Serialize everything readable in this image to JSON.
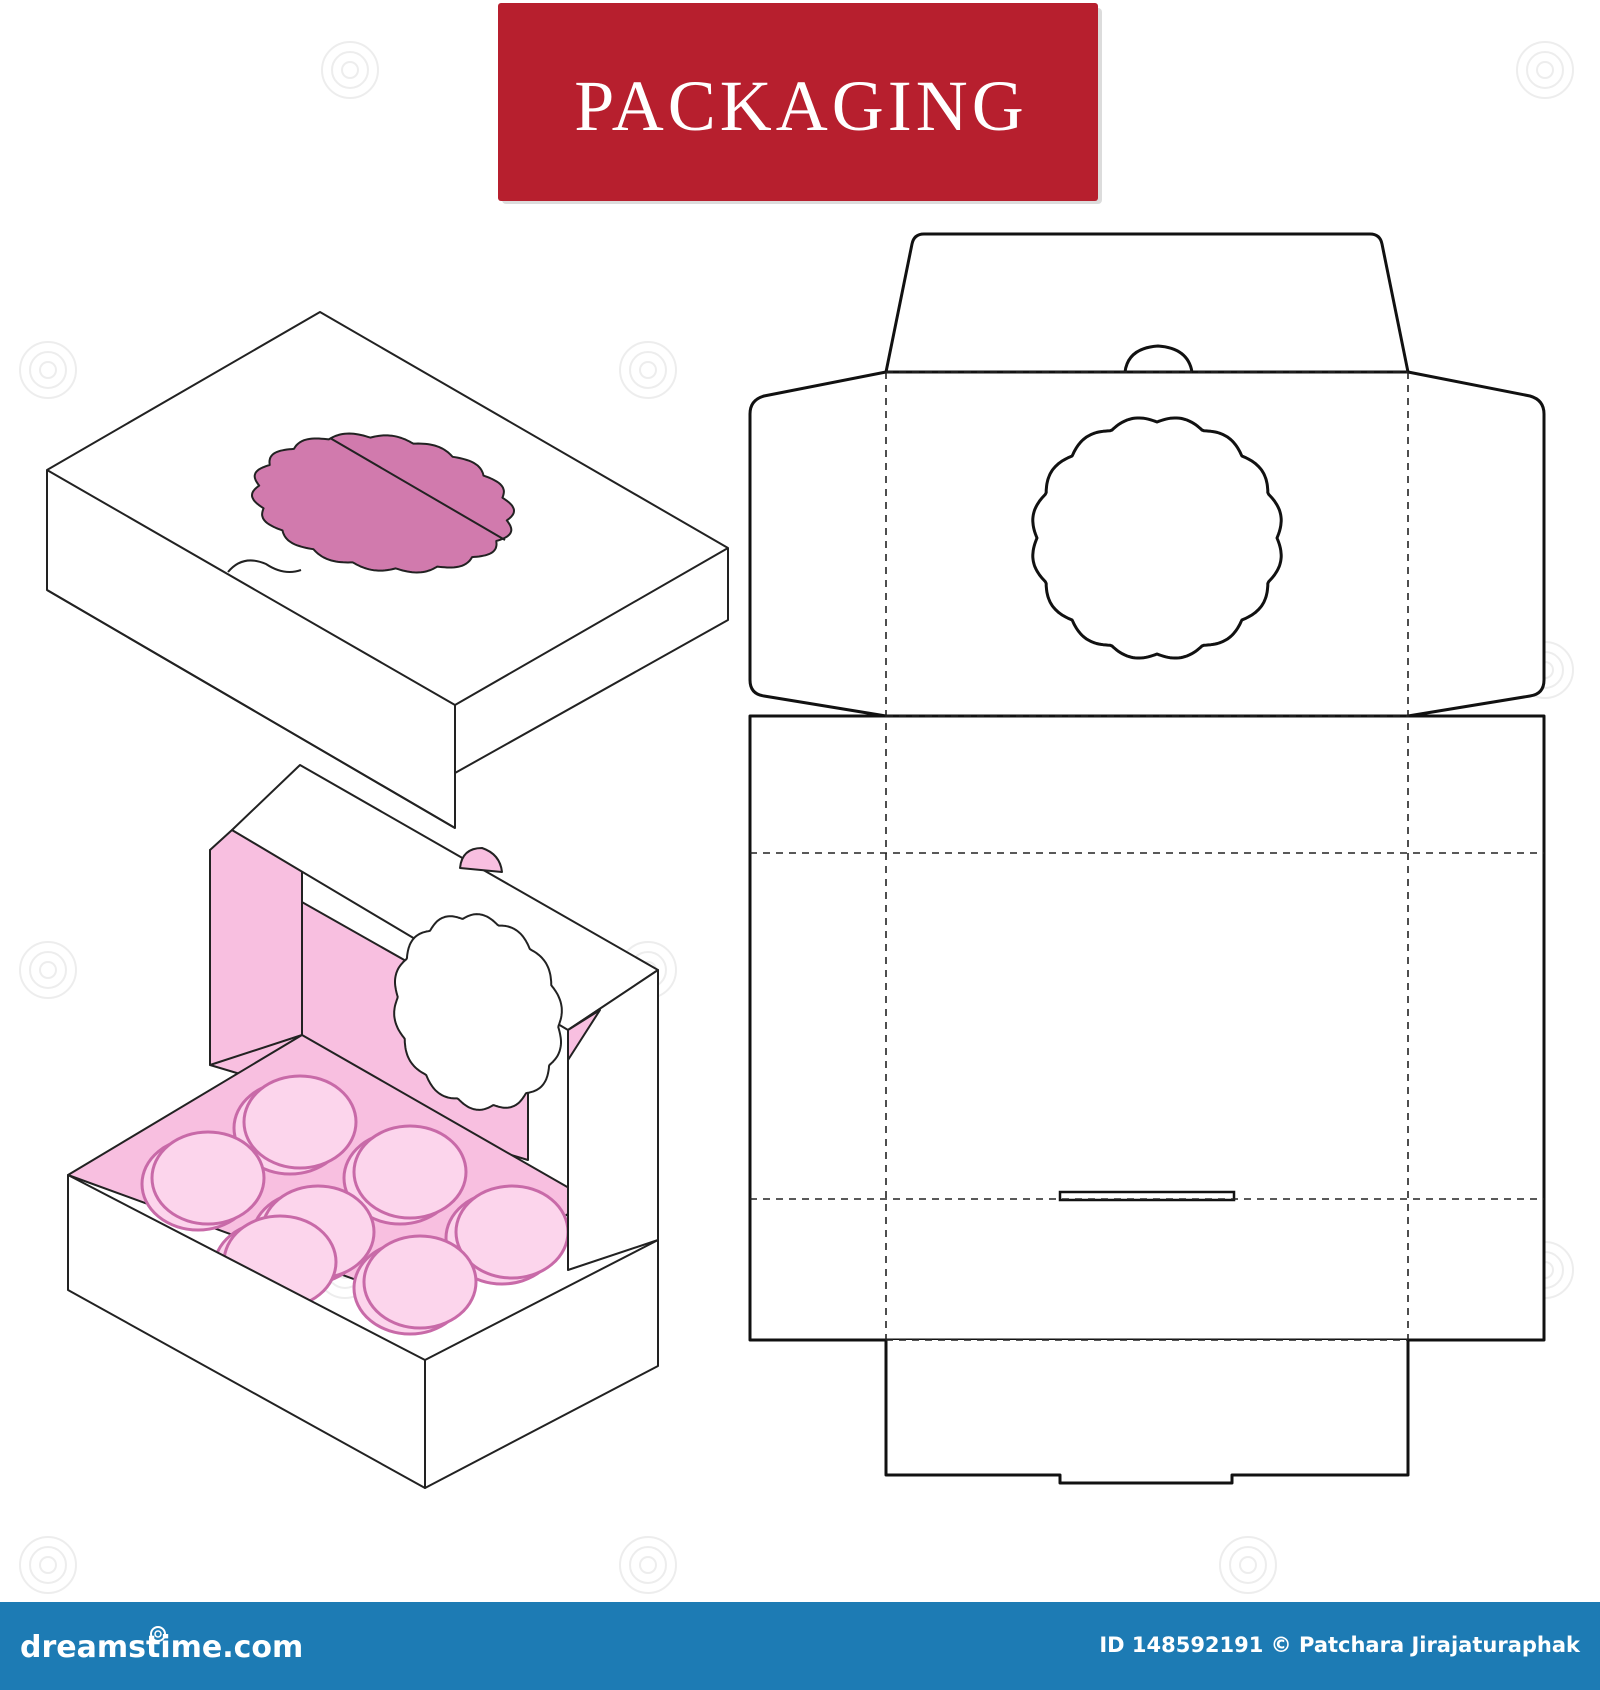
{
  "banner": {
    "title": "PACKAGING",
    "color": "#b71f2e"
  },
  "footer": {
    "brand": "dreamstime.com",
    "credit": "ID 148592191 © Patchara Jirajaturaphak",
    "color": "#1d7bb4"
  },
  "colors": {
    "window_fill": "#d17aad",
    "inner_pink": "#f8bfe0",
    "macaron_fill": "#fcd5ec",
    "macaron_rim": "#c86aa8",
    "line": "#222222"
  },
  "icons": {
    "footer_logo": "spiral-icon"
  }
}
